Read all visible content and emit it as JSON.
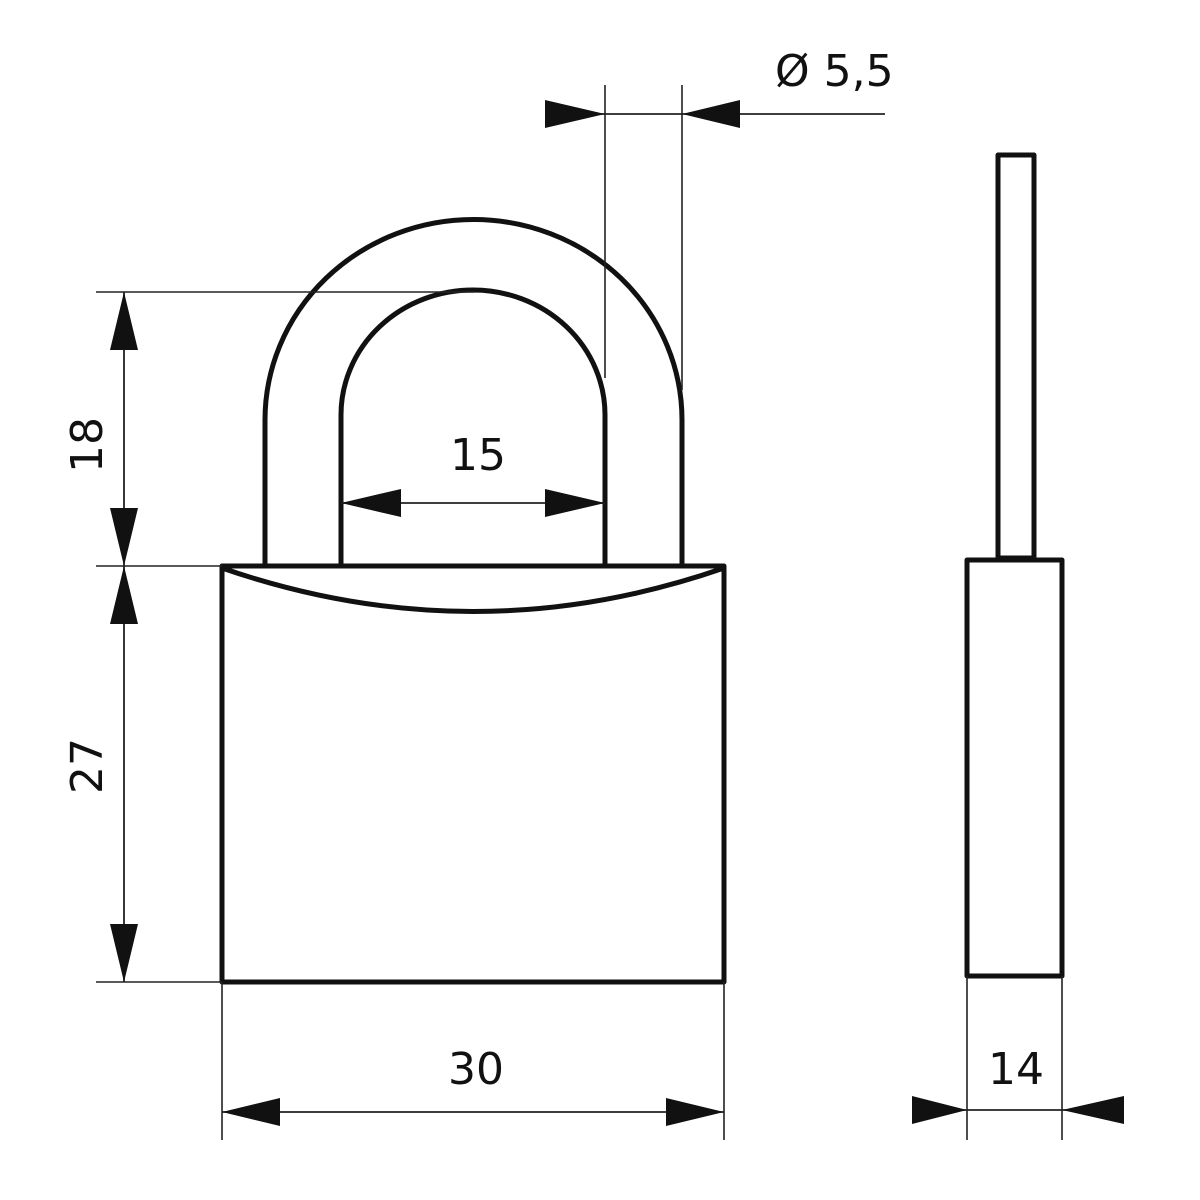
{
  "dimensions": {
    "shackle_diameter": "Ø 5,5",
    "shackle_clearance_height": "18",
    "shackle_inner_width": "15",
    "body_height": "27",
    "body_width": "30",
    "body_thickness": "14"
  },
  "colors": {
    "line": "#111111",
    "background": "#ffffff"
  }
}
